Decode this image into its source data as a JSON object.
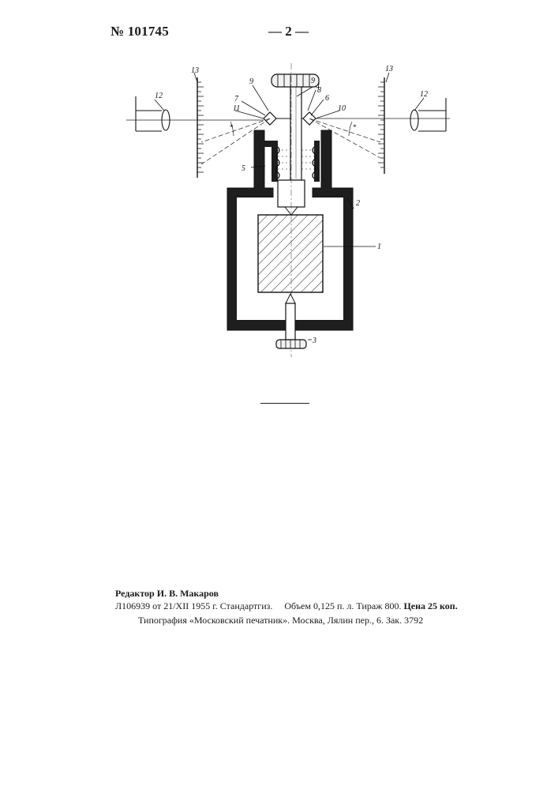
{
  "header": {
    "patent_number": "№ 101745",
    "page_number": "— 2 —"
  },
  "figure": {
    "labels": [
      "1",
      "2",
      "3",
      "4",
      "5",
      "6",
      "7",
      "8",
      "9",
      "9",
      "10",
      "11",
      "12",
      "12",
      "13",
      "13"
    ]
  },
  "colophon": {
    "editor": "Редактор И. В. Макаров",
    "order_prefix": "Л106939 от 21/XII 1955 г. Стандартгиз.",
    "volume_info": "Объем 0,125 п. л. Тираж 800.",
    "price": "Цена 25 коп.",
    "printing_house": "Типография «Московский печатник». Москва, Лялин пер., 6. Зак. 3792"
  }
}
